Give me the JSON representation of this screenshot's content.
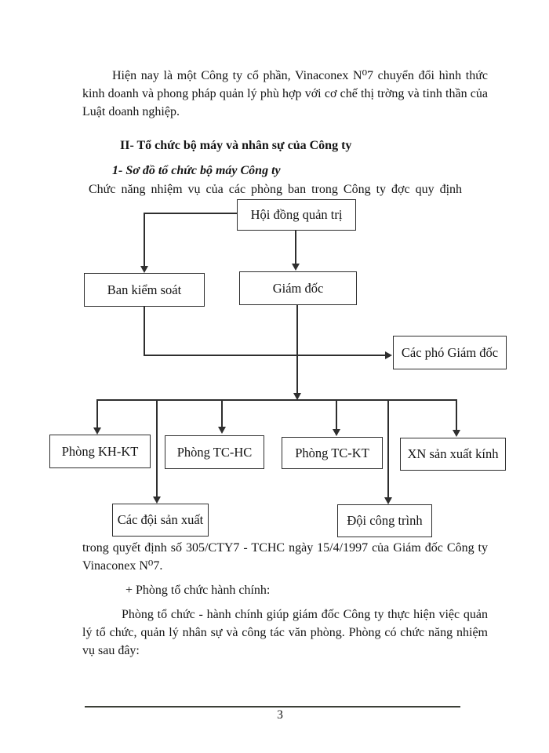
{
  "document": {
    "paragraph_intro": "Hiện nay là một Công ty cổ phần, Vinaconex N⁰7 chuyển đổi hình thức kinh doanh và phong  pháp quản lý phù hợp với cơ chế thị trờng  và tinh thần của Luật doanh nghiệp.",
    "heading_section": "II- Tổ chức bộ máy và nhân sự của Công ty",
    "heading_sub": "1- Sơ đồ tổ chức bộ máy Công ty",
    "paragraph_lead": "Chức năng nhiệm vụ của các phòng ban trong Công ty đợc  quy định",
    "paragraph_after_chart": "trong quyết định số 305/CTY7 - TCHC ngày 15/4/1997 của Giám đốc Công ty Vinaconex N⁰7.",
    "paragraph_plus_item": "+ Phòng tổ chức hành chính:",
    "paragraph_detail": "Phòng tổ chức - hành chính giúp giám đốc Công ty thực hiện việc quản lý tổ chức, quản lý nhân sự và công tác văn phòng. Phòng có chức năng nhiệm vụ sau đây:",
    "page_number": "3"
  },
  "org_chart": {
    "nodes": {
      "hoi_dong_quan_tri": "Hội đồng quản trị",
      "ban_kiem_soat": "Ban kiểm soát",
      "giam_doc": "Giám đốc",
      "cac_pho_giam_doc": "Các phó Giám đốc",
      "phong_kh_kt": "Phòng KH-KT",
      "phong_tc_hc": "Phòng TC-HC",
      "phong_tc_kt": "Phòng TC-KT",
      "xn_san_xuat_kinh": "XN sản xuất kính",
      "cac_doi_san_xuat": "Các đội sản xuất",
      "doi_cong_trinh": "Đội công trình"
    },
    "edges": [
      {
        "from": "hoi_dong_quan_tri",
        "to": "ban_kiem_soat"
      },
      {
        "from": "hoi_dong_quan_tri",
        "to": "giam_doc"
      },
      {
        "from": "ban_kiem_soat",
        "to": "cac_pho_giam_doc"
      },
      {
        "from": "giam_doc",
        "to": "phong_kh_kt"
      },
      {
        "from": "giam_doc",
        "to": "phong_tc_hc"
      },
      {
        "from": "giam_doc",
        "to": "phong_tc_kt"
      },
      {
        "from": "giam_doc",
        "to": "xn_san_xuat_kinh"
      },
      {
        "from": "giam_doc",
        "to": "cac_doi_san_xuat"
      },
      {
        "from": "giam_doc",
        "to": "doi_cong_trinh"
      }
    ]
  },
  "colors": {
    "background": "#ffffff",
    "text": "#141414",
    "diagram_line": "#2e2e2e"
  }
}
